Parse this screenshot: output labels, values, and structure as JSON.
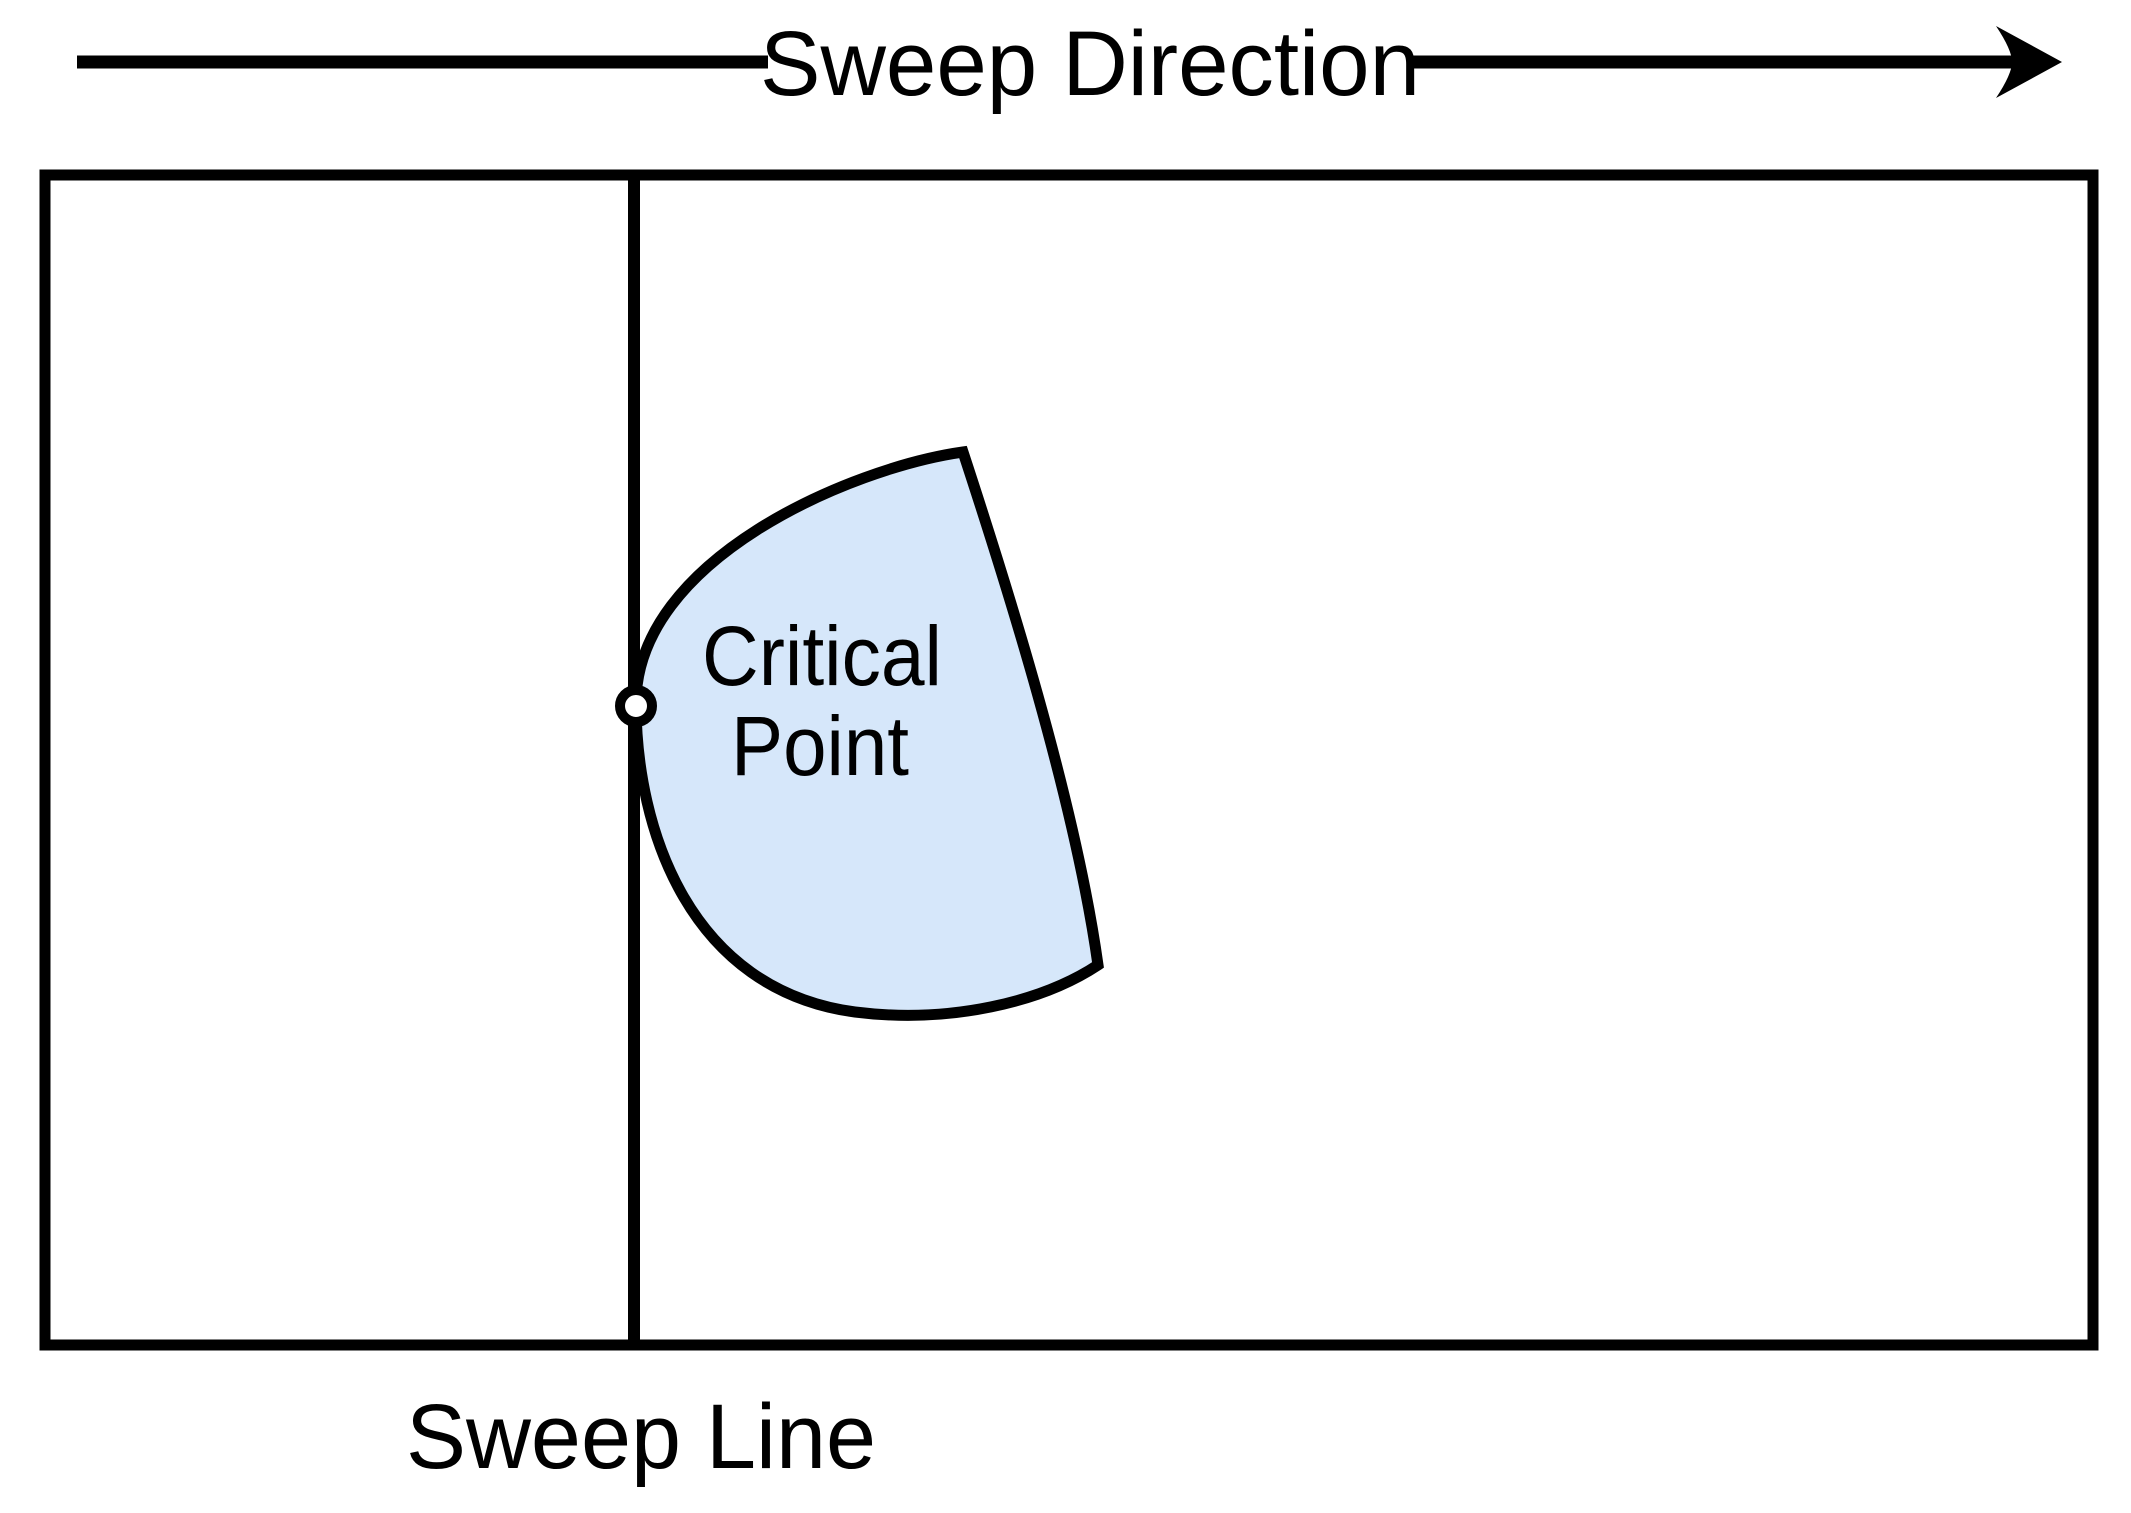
{
  "diagram": {
    "sweep_direction_label": "Sweep Direction",
    "sweep_line_label": "Sweep Line",
    "critical_point_label_line1": "Critical",
    "critical_point_label_line2": "Point",
    "colors": {
      "region_fill": "#d6e7fa",
      "outline": "#000000",
      "background": "#ffffff"
    }
  }
}
